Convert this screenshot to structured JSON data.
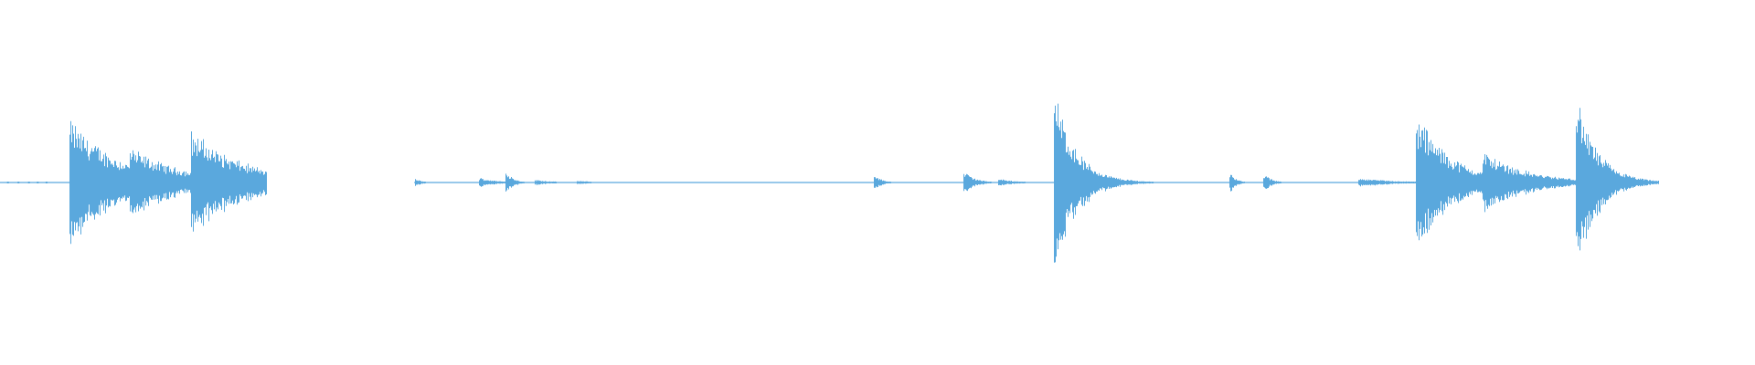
{
  "waveform": {
    "color": "#5aa8dd",
    "background": "#ffffff",
    "duration_fraction_visible": 1,
    "segments": [
      {
        "start": 0.0,
        "end": 0.152
      },
      {
        "start": 0.236,
        "end": 0.945
      }
    ],
    "bursts": [
      {
        "center": 0.041,
        "amplitude": 0.72,
        "decay": 0.028
      },
      {
        "center": 0.075,
        "amplitude": 0.4,
        "decay": 0.03
      },
      {
        "center": 0.11,
        "amplitude": 0.6,
        "decay": 0.03
      },
      {
        "center": 0.237,
        "amplitude": 0.04,
        "decay": 0.004
      },
      {
        "center": 0.274,
        "amplitude": 0.05,
        "decay": 0.01
      },
      {
        "center": 0.289,
        "amplitude": 0.12,
        "decay": 0.004
      },
      {
        "center": 0.306,
        "amplitude": 0.03,
        "decay": 0.01
      },
      {
        "center": 0.33,
        "amplitude": 0.02,
        "decay": 0.01
      },
      {
        "center": 0.499,
        "amplitude": 0.08,
        "decay": 0.004
      },
      {
        "center": 0.55,
        "amplitude": 0.12,
        "decay": 0.006
      },
      {
        "center": 0.57,
        "amplitude": 0.04,
        "decay": 0.01
      },
      {
        "center": 0.602,
        "amplitude": 1.0,
        "decay": 0.012
      },
      {
        "center": 0.702,
        "amplitude": 0.1,
        "decay": 0.003
      },
      {
        "center": 0.721,
        "amplitude": 0.09,
        "decay": 0.004
      },
      {
        "center": 0.775,
        "amplitude": 0.05,
        "decay": 0.02
      },
      {
        "center": 0.808,
        "amplitude": 0.78,
        "decay": 0.02
      },
      {
        "center": 0.846,
        "amplitude": 0.36,
        "decay": 0.024
      },
      {
        "center": 0.899,
        "amplitude": 0.95,
        "decay": 0.012
      },
      {
        "center": 0.933,
        "amplitude": 0.05,
        "decay": 0.004
      }
    ],
    "sparse_dots": [
      0.004,
      0.01,
      0.016,
      0.021,
      0.026
    ]
  }
}
